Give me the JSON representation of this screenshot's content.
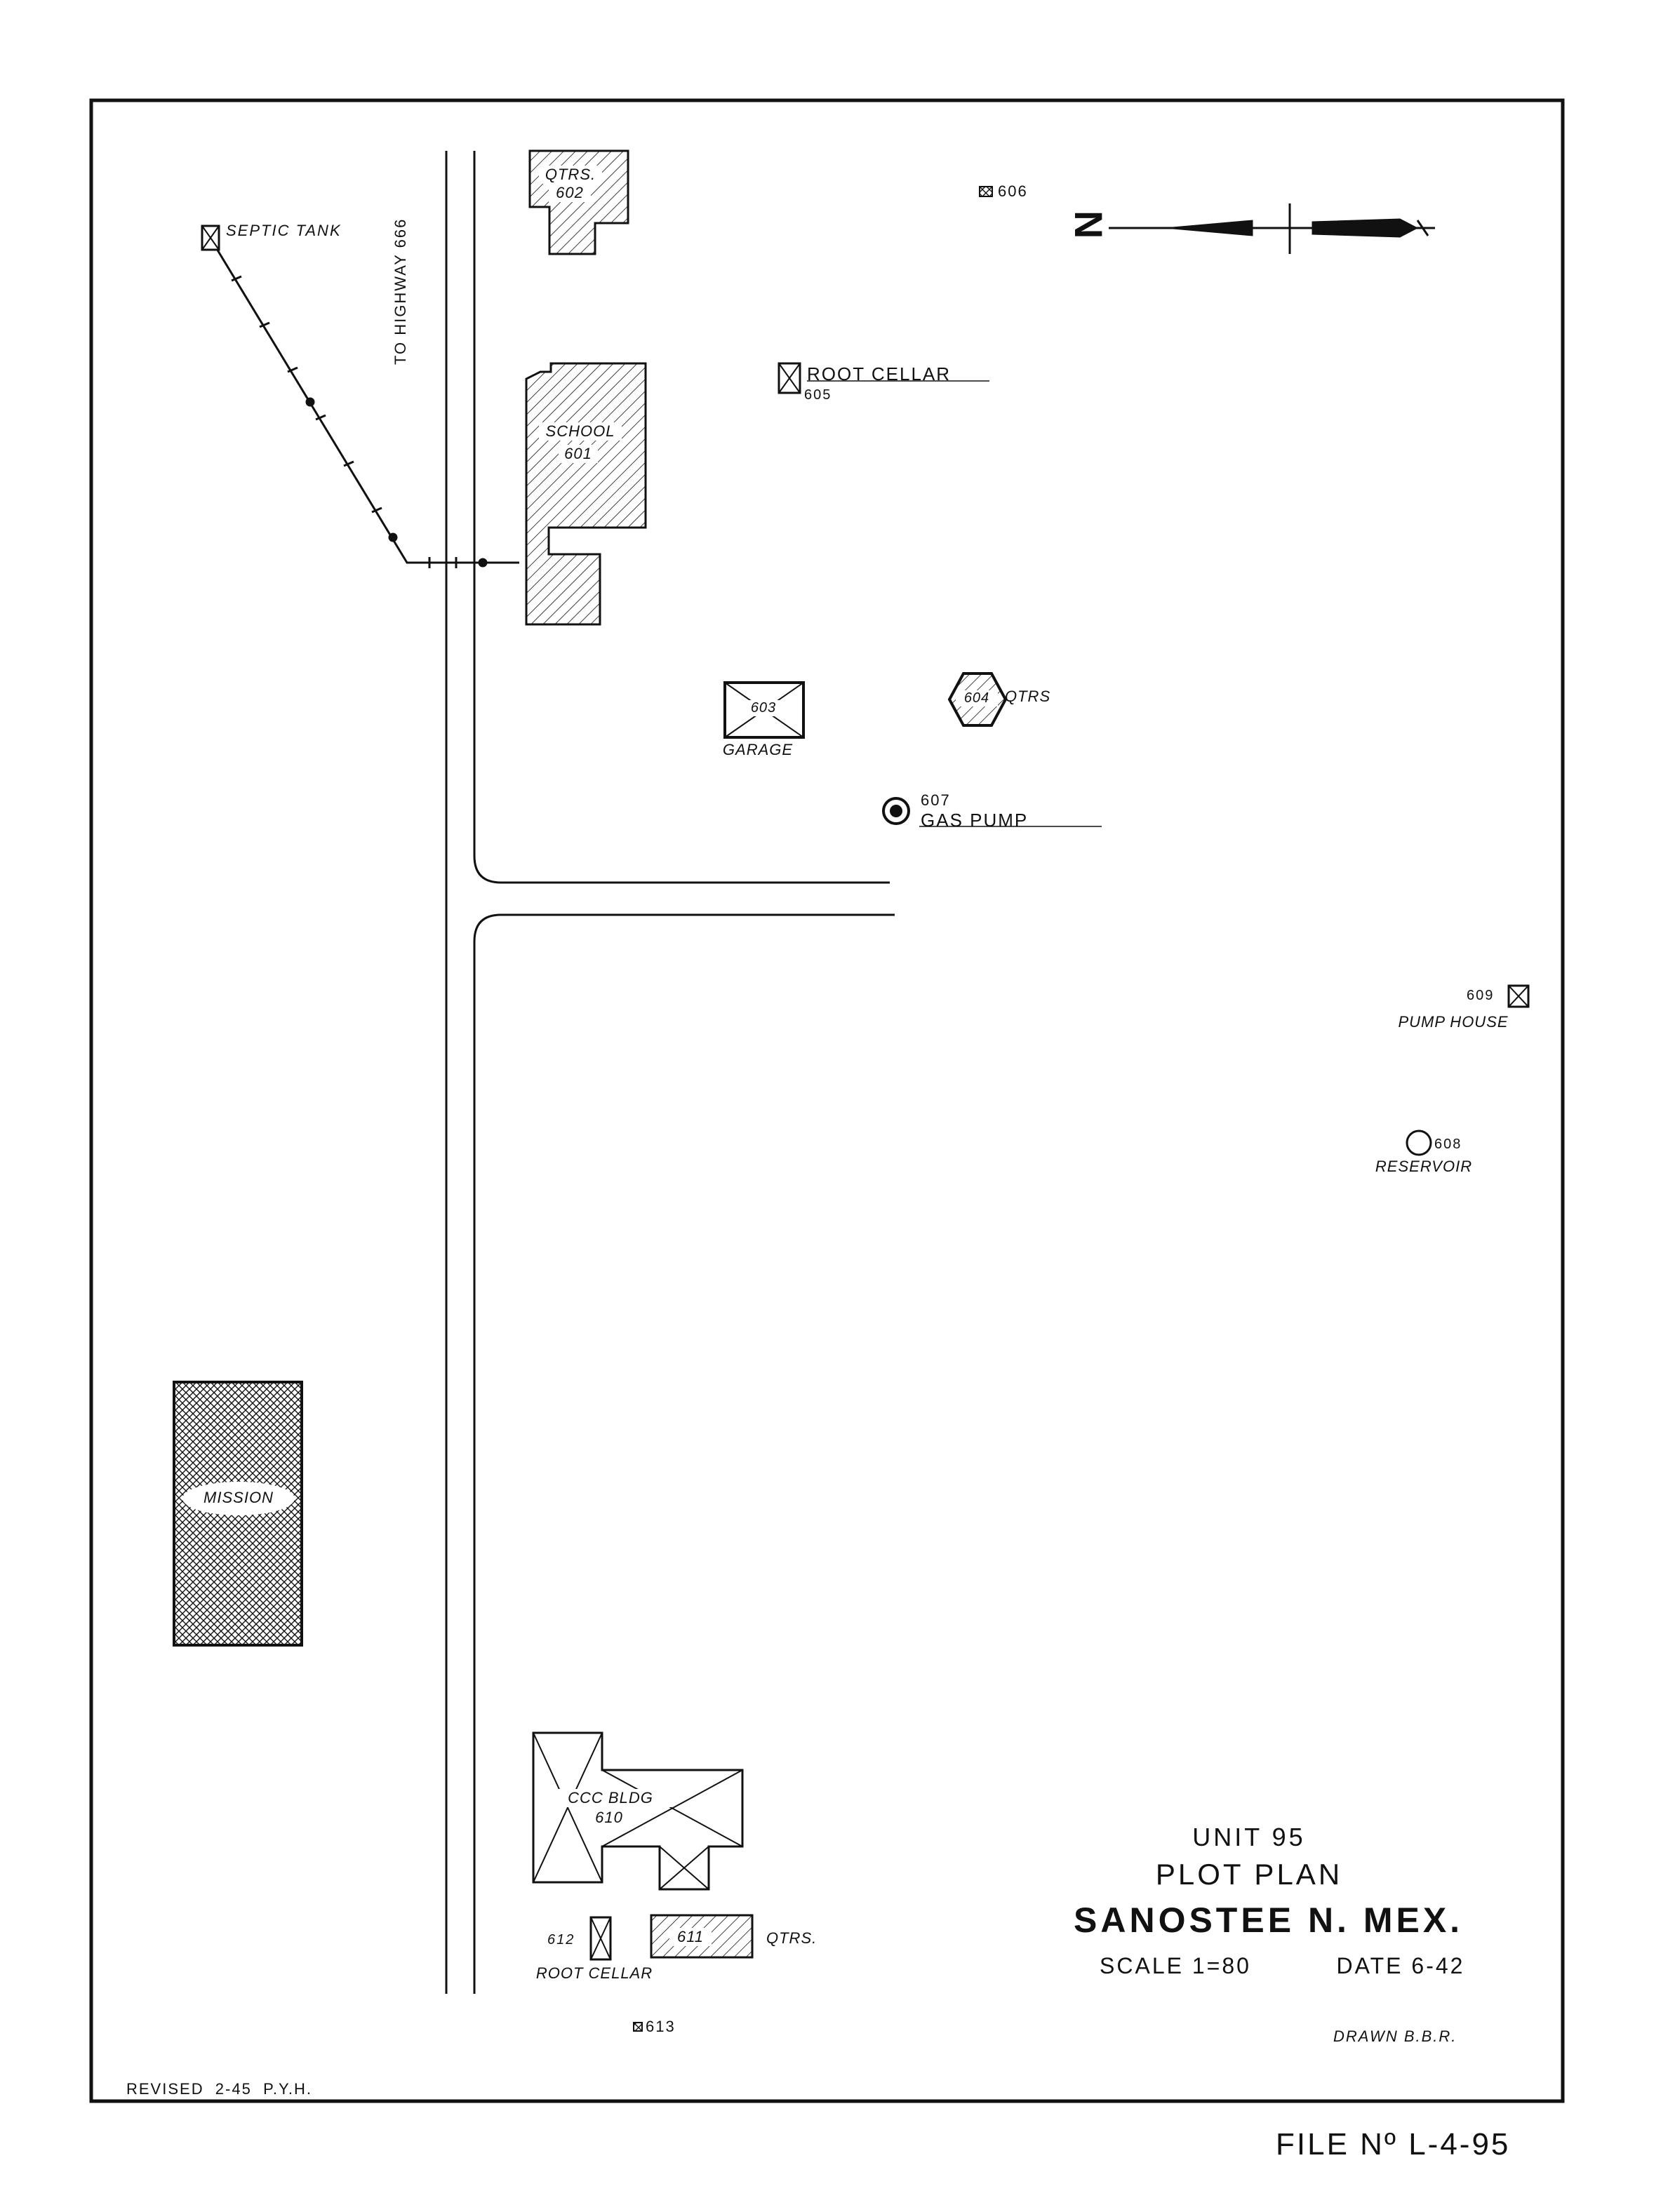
{
  "title_block": {
    "unit": "UNIT 95",
    "plan": "PLOT PLAN",
    "location": "SANOSTEE N. MEX.",
    "scale": "SCALE 1=80",
    "date": "DATE 6-42",
    "drawn": "DRAWN B.B.R.",
    "revised": "REVISED  2-45  P.Y.H.",
    "file_no": "FILE Nº L-4-95"
  },
  "road": {
    "label": "TO HIGHWAY 666"
  },
  "buildings": {
    "qtrs_602": {
      "name": "QTRS.",
      "number": "602"
    },
    "school_601": {
      "name": "SCHOOL",
      "number": "601"
    },
    "garage_603": {
      "name": "GARAGE",
      "number": "603"
    },
    "qtrs_604": {
      "name": "QTRS",
      "number": "604"
    },
    "root_cellar_605": {
      "name": "ROOT CELLAR",
      "number": "605"
    },
    "bldg_606": {
      "number": "606"
    },
    "gas_pump_607": {
      "name": "GAS PUMP",
      "number": "607"
    },
    "reservoir_608": {
      "name": "RESERVOIR",
      "number": "608"
    },
    "pump_house_609": {
      "name": "PUMP HOUSE",
      "number": "609"
    },
    "ccc_bldg_610": {
      "name": "CCC BLDG",
      "number": "610"
    },
    "qtrs_611": {
      "name": "QTRS.",
      "number": "611"
    },
    "root_cellar_612": {
      "name": "ROOT CELLAR",
      "number": "612"
    },
    "bldg_613": {
      "number": "613"
    },
    "septic_tank": {
      "name": "SEPTIC TANK"
    },
    "mission": {
      "name": "MISSION"
    }
  },
  "north_arrow": {
    "label": "N"
  },
  "colors": {
    "ink": "#111111",
    "paper": "#ffffff"
  }
}
